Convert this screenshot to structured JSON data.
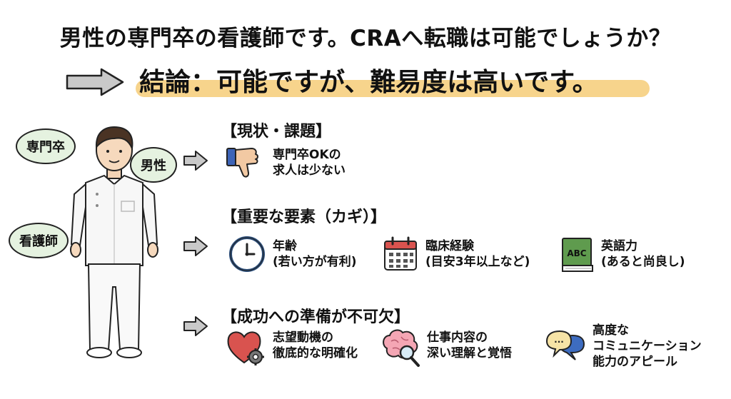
{
  "title": "男性の専門卒の看護師です。CRAへ転職は可能でしょうか？",
  "conclusion": "結論：可能ですが、難易度は高いです。",
  "bubbles": {
    "vocational": "専門卒",
    "male": "男性",
    "nurse": "看護師"
  },
  "sections": {
    "current": {
      "heading": "【現状・課題】",
      "item": {
        "line1": "専門卒OKの",
        "line2": "求人は少ない",
        "icon": "thumbs-down-icon"
      }
    },
    "key": {
      "heading": "【重要な要素（カギ）】",
      "items": [
        {
          "line1": "年齢",
          "line2": "(若い方が有利)",
          "icon": "clock-icon"
        },
        {
          "line1": "臨床経験",
          "line2": "(目安3年以上など)",
          "icon": "calendar-icon"
        },
        {
          "line1": "英語力",
          "line2": "(あると尚良し)",
          "icon": "book-icon",
          "book_label": "ABC"
        }
      ]
    },
    "prep": {
      "heading": "【成功への準備が不可欠】",
      "items": [
        {
          "line1": "志望動機の",
          "line2": "徹底的な明確化",
          "icon": "heart-gear-icon"
        },
        {
          "line1": "仕事内容の",
          "line2": "深い理解と覚悟",
          "icon": "brain-magnifier-icon"
        },
        {
          "line1": "高度な",
          "line2": "コミュニケーション",
          "line3": "能力のアピール",
          "icon": "chat-bubbles-icon",
          "bubble_text": "..."
        }
      ]
    }
  },
  "colors": {
    "highlight": "#f7d48c",
    "bubble": "#e5f2e0",
    "arrow": "#b8b8b8"
  }
}
